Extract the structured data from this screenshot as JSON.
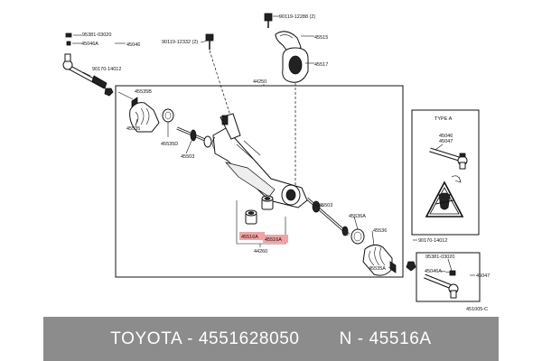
{
  "labels": {
    "p90119_12288": "90119-12288 (2)",
    "p45515": "45515",
    "p95381_03020_a": "95381-03020",
    "p45046A_a": "45046A",
    "p45046_a": "45046",
    "p90119_12332": "90119-12332 (2)",
    "p45517": "45517",
    "p90170_14012_a": "90170-14012",
    "p44250": "44250",
    "p45535B": "45535B",
    "p45535": "45535",
    "p45535D": "45535D",
    "p45503_a": "45503",
    "p45503_b": "45503",
    "p45536A": "45536A",
    "p45536": "45536",
    "p45535A": "45535A",
    "p45516A_a": "45516A",
    "p45516A_b": "45516A",
    "p44260": "44260",
    "p90170_14012_b": "90170-14012",
    "p95381_03020_b": "95381-03020",
    "p45046A_b": "45046A",
    "p45047_b": "45047",
    "type_a": "TYPE  A",
    "typea_45046": "45046",
    "typea_45047": "45047",
    "fig_code": "451005-C"
  },
  "highlight_color": "#f4a3a3",
  "footer": {
    "brand_part": "TOYOTA - 4551628050",
    "ref": "N - 45516A"
  }
}
